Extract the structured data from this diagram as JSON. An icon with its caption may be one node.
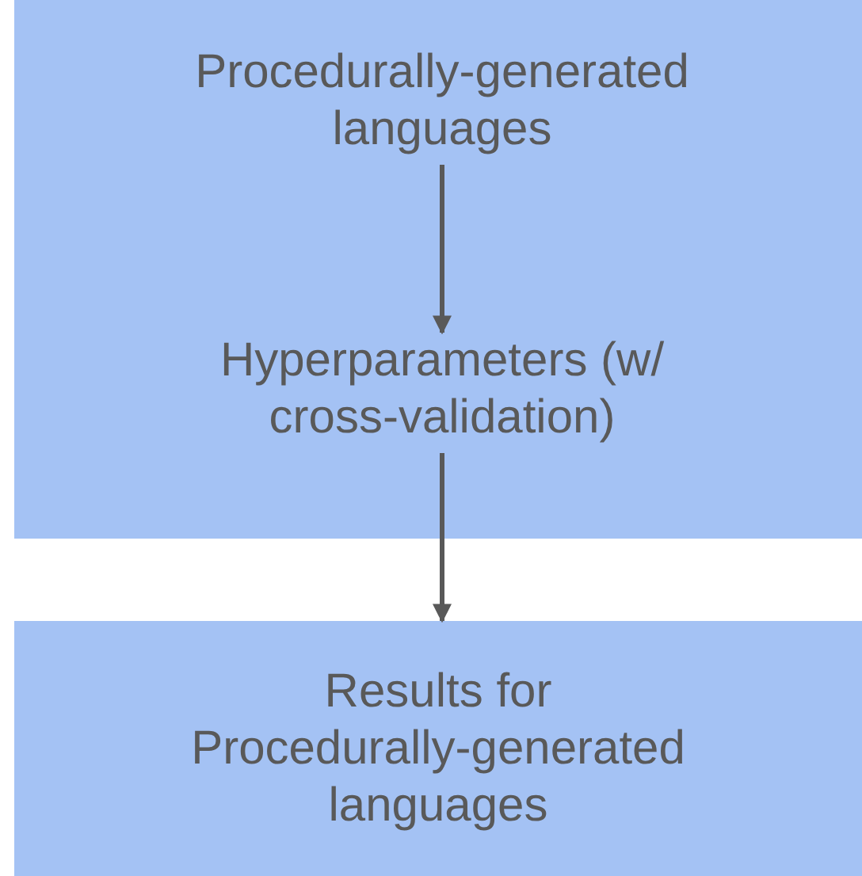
{
  "diagram": {
    "nodes": [
      {
        "text": [],
        "shape": "box"
      },
      {
        "text": [
          "Procedurally-generated languages"
        ],
        "in": 0
      },
      {
        "text": [
          "Hyperparameters (w/ cross-validation)"
        ],
        "in": 0
      },
      {
        "text": [
          "Results for Procedurally-generated languages"
        ]
      }
    ],
    "edges": [
      {
        "from": 1,
        "to": 2,
        "arrow": "to"
      },
      {
        "from": 2,
        "to": 3,
        "arrow": "to"
      }
    ]
  }
}
